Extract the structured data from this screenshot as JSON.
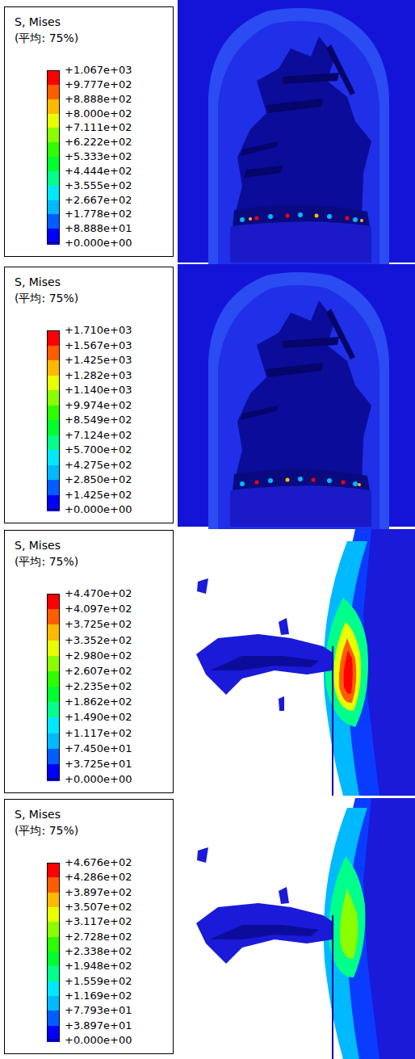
{
  "diagram": {
    "labels": [
      "S, Mises",
      "(平均: 75%)",
      "S, Mises",
      "(平均: 75%)",
      "S, Mises",
      "(平均: 75%)",
      "S, Mises",
      "(平均: 75%)"
    ],
    "legend": [
      {
        "text": "+1.067e+03",
        "color": "#FF0000"
      },
      {
        "text": "+9.777e+02",
        "color": "#FF5D00"
      },
      {
        "text": "+8.888e+02",
        "color": "#FFB900"
      },
      {
        "text": "+8.000e+02",
        "color": "#E8FF00"
      },
      {
        "text": "+7.111e+02",
        "color": "#8BFF00"
      },
      {
        "text": "+6.222e+02",
        "color": "#2EFF00"
      },
      {
        "text": "+5.333e+02",
        "color": "#00FF2E"
      },
      {
        "text": "+4.444e+02",
        "color": "#00FF8B"
      },
      {
        "text": "+3.555e+02",
        "color": "#00E8FF"
      },
      {
        "text": "+2.667e+02",
        "color": "#00B9FF"
      },
      {
        "text": "+1.778e+02",
        "color": "#005DFF"
      },
      {
        "text": "+8.888e+01",
        "color": "#0000FF"
      },
      {
        "text": "+0.000e+00",
        "color": "#0000FF"
      },
      {
        "text": "+1.710e+03",
        "color": "#FF0000"
      },
      {
        "text": "+1.567e+03",
        "color": "#FF5D00"
      },
      {
        "text": "+1.425e+03",
        "color": "#FFB900"
      },
      {
        "text": "+1.282e+03",
        "color": "#E8FF00"
      },
      {
        "text": "+1.140e+03",
        "color": "#8BFF00"
      },
      {
        "text": "+9.974e+02",
        "color": "#2EFF00"
      },
      {
        "text": "+8.549e+02",
        "color": "#00FF2E"
      },
      {
        "text": "+7.124e+02",
        "color": "#00FF8B"
      },
      {
        "text": "+5.700e+02",
        "color": "#00E8FF"
      },
      {
        "text": "+4.275e+02",
        "color": "#00B9FF"
      },
      {
        "text": "+2.850e+02",
        "color": "#005DFF"
      },
      {
        "text": "+1.425e+02",
        "color": "#0000FF"
      },
      {
        "text": "+0.000e+00",
        "color": "#0000FF"
      },
      {
        "text": "+4.470e+02",
        "color": "#FF0000"
      },
      {
        "text": "+4.097e+02",
        "color": "#FF5D00"
      },
      {
        "text": "+3.725e+02",
        "color": "#FFB900"
      },
      {
        "text": "+3.352e+02",
        "color": "#E8FF00"
      },
      {
        "text": "+2.980e+02",
        "color": "#8BFF00"
      },
      {
        "text": "+2.607e+02",
        "color": "#2EFF00"
      },
      {
        "text": "+2.235e+02",
        "color": "#00FF2E"
      },
      {
        "text": "+1.862e+02",
        "color": "#00FF8B"
      },
      {
        "text": "+1.490e+02",
        "color": "#00E8FF"
      },
      {
        "text": "+1.117e+02",
        "color": "#00B9FF"
      },
      {
        "text": "+7.450e+01",
        "color": "#005DFF"
      },
      {
        "text": "+3.725e+01",
        "color": "#0000FF"
      },
      {
        "text": "+0.000e+00",
        "color": "#0000FF"
      },
      {
        "text": "+4.676e+02",
        "color": "#FF0000"
      },
      {
        "text": "+4.286e+02",
        "color": "#FF5D00"
      },
      {
        "text": "+3.897e+02",
        "color": "#FFB900"
      },
      {
        "text": "+3.507e+02",
        "color": "#E8FF00"
      },
      {
        "text": "+3.117e+02",
        "color": "#8BFF00"
      },
      {
        "text": "+2.728e+02",
        "color": "#2EFF00"
      },
      {
        "text": "+2.338e+02",
        "color": "#00FF2E"
      },
      {
        "text": "+1.948e+02",
        "color": "#00FF8B"
      },
      {
        "text": "+1.559e+02",
        "color": "#00E8FF"
      },
      {
        "text": "+1.169e+02",
        "color": "#00B9FF"
      },
      {
        "text": "+7.793e+01",
        "color": "#005DFF"
      },
      {
        "text": "+3.897e+01",
        "color": "#0000FF"
      },
      {
        "text": "+0.000e+00",
        "color": "#0000FF"
      }
    ]
  }
}
